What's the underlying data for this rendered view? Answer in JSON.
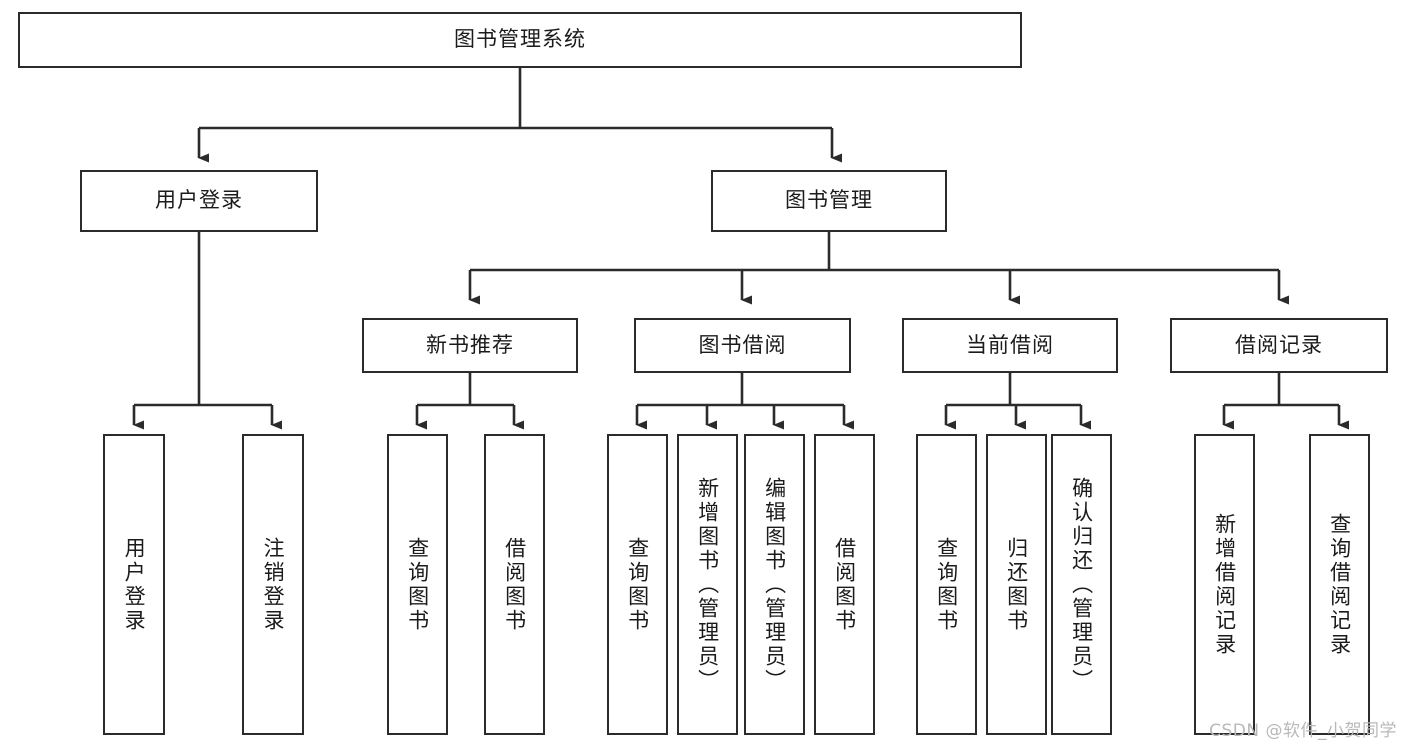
{
  "diagram": {
    "title": "图书管理系统",
    "type": "tree-hierarchy-diagram",
    "root": {
      "id": "root",
      "label": "图书管理系统"
    },
    "level2": [
      {
        "id": "n-user-login",
        "label": "用户登录"
      },
      {
        "id": "n-book-mgmt",
        "label": "图书管理"
      }
    ],
    "level3": [
      {
        "id": "n-new-book-rec",
        "label": "新书推荐"
      },
      {
        "id": "n-book-borrow",
        "label": "图书借阅"
      },
      {
        "id": "n-current-borrow",
        "label": "当前借阅"
      },
      {
        "id": "n-borrow-record",
        "label": "借阅记录"
      }
    ],
    "leaves": {
      "user_login": [
        {
          "id": "leaf-user-login",
          "label": "用户登录"
        },
        {
          "id": "leaf-logout-login",
          "label": "注销登录"
        }
      ],
      "new_book_rec": [
        {
          "id": "leaf-query-book-1",
          "label": "查询图书"
        },
        {
          "id": "leaf-borrow-book-1",
          "label": "借阅图书"
        }
      ],
      "book_borrow": [
        {
          "id": "leaf-query-book-2",
          "label": "查询图书"
        },
        {
          "id": "leaf-add-book",
          "label": "新增图书（管理员）"
        },
        {
          "id": "leaf-edit-book",
          "label": "编辑图书（管理员）"
        },
        {
          "id": "leaf-borrow-book-2",
          "label": "借阅图书"
        }
      ],
      "current_borrow": [
        {
          "id": "leaf-query-book-3",
          "label": "查询图书"
        },
        {
          "id": "leaf-return-book",
          "label": "归还图书"
        },
        {
          "id": "leaf-confirm-return",
          "label": "确认归还（管理员）"
        }
      ],
      "borrow_record": [
        {
          "id": "leaf-add-record",
          "label": "新增借阅记录"
        },
        {
          "id": "leaf-query-record",
          "label": "查询借阅记录"
        }
      ]
    },
    "colors": {
      "stroke": "#2b2b2b",
      "fill": "#ffffff",
      "text": "#1b1b1b",
      "watermark": "#b9b9b9"
    }
  },
  "watermark": {
    "text": "CSDN @软件_小贺同学"
  }
}
